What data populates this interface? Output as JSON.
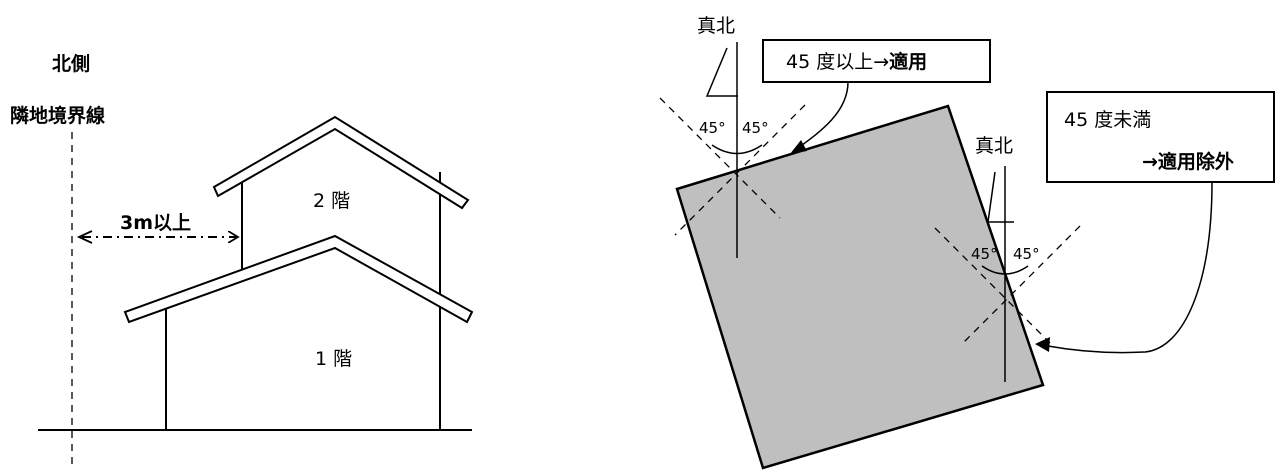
{
  "left": {
    "north_side_label": "北側",
    "boundary_label": "隣地境界線",
    "distance_label": "3m以上",
    "floor2_label": "2 階",
    "floor1_label": "1 階"
  },
  "right": {
    "true_north_label_a": "真北",
    "true_north_label_b": "真北",
    "callout_applied_prefix": "45 度以上→",
    "callout_applied_bold": "適用",
    "callout_excluded_line1": "45 度未満",
    "callout_excluded_line2": "→適用除外",
    "angle_a_left": "45°",
    "angle_a_right": "45°",
    "angle_b_left": "45°",
    "angle_b_right": "45°"
  }
}
